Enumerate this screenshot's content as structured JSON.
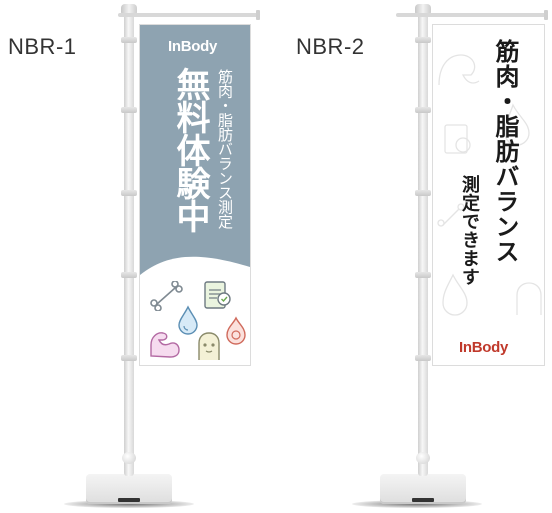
{
  "products": [
    {
      "code": "NBR-1",
      "brand": "InBody",
      "headline": "無料体験中",
      "subline": "筋肉・脂肪バランス測定"
    },
    {
      "code": "NBR-2",
      "brand": "InBody",
      "headline": "筋肉・脂肪バランス",
      "subline": "測定できます"
    }
  ],
  "colors": {
    "flag1_background": "#8ea3b1",
    "flag2_background": "#ffffff",
    "brand_red": "#c0392b",
    "text_dark": "#1a1a1a"
  },
  "icons": [
    "bone-icon",
    "document-icon",
    "water-drop-icon",
    "flexed-arm-icon",
    "torso-icon",
    "fat-drop-icon"
  ]
}
